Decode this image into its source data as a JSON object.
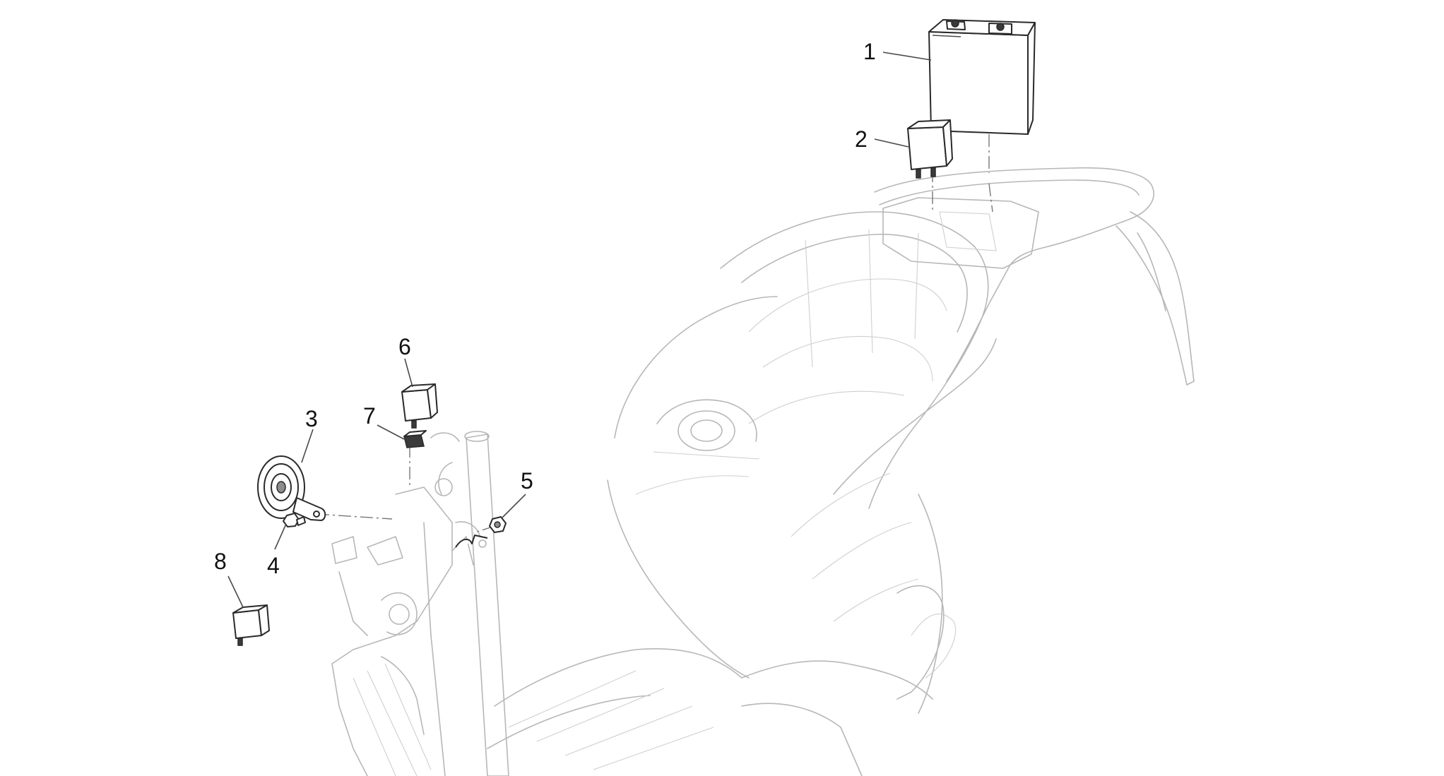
{
  "callouts": [
    {
      "id": "1",
      "label": "1"
    },
    {
      "id": "2",
      "label": "2"
    },
    {
      "id": "3",
      "label": "3"
    },
    {
      "id": "4",
      "label": "4"
    },
    {
      "id": "5",
      "label": "5"
    },
    {
      "id": "6",
      "label": "6"
    },
    {
      "id": "7",
      "label": "7"
    },
    {
      "id": "8",
      "label": "8"
    }
  ],
  "part_icons": [
    "battery-icon",
    "relay-icon",
    "horn-icon",
    "bolt-icon",
    "nut-icon",
    "flasher-relay-icon",
    "rubber-holder-icon",
    "relay-icon"
  ]
}
